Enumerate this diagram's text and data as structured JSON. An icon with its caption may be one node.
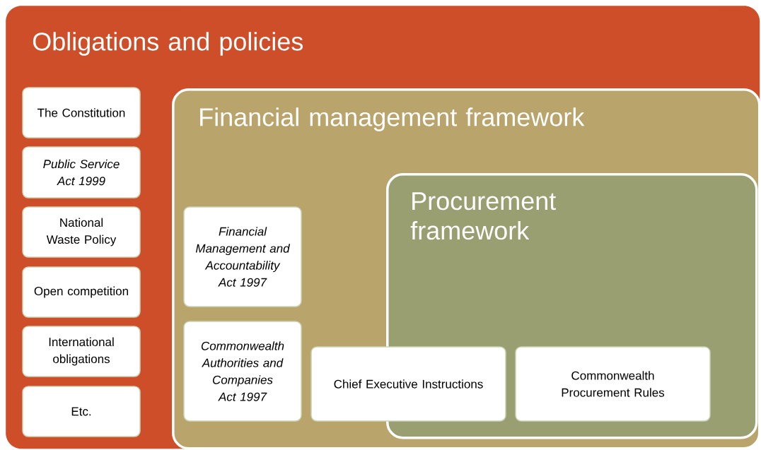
{
  "diagram": {
    "nodes": [
      {
        "text": [
          "Obligations and policies"
        ]
      },
      {
        "text": [
          "The Constitution"
        ],
        "in": 0
      },
      {
        "text": [
          "Public Service Act 1999"
        ],
        "in": 0
      },
      {
        "text": [
          "National Waste Policy"
        ],
        "in": 0
      },
      {
        "text": [
          "Open competition"
        ],
        "in": 0
      },
      {
        "text": [
          "International obligations"
        ],
        "in": 0
      },
      {
        "text": [
          "Etc."
        ],
        "in": 0
      },
      {
        "text": [
          "Financial management framework"
        ],
        "in": 0
      },
      {
        "text": [
          "Financial Management and Accountability Act 1997"
        ],
        "in": 7
      },
      {
        "text": [
          "Commonwealth Authorities and Companies Act 1997"
        ],
        "in": 7
      },
      {
        "text": [
          "Procurement framework"
        ],
        "in": 7
      },
      {
        "text": [
          "Chief Executive Instructions"
        ],
        "in": 7
      },
      {
        "text": [
          "Commonwealth Procurement Rules"
        ],
        "in": 10
      }
    ]
  }
}
